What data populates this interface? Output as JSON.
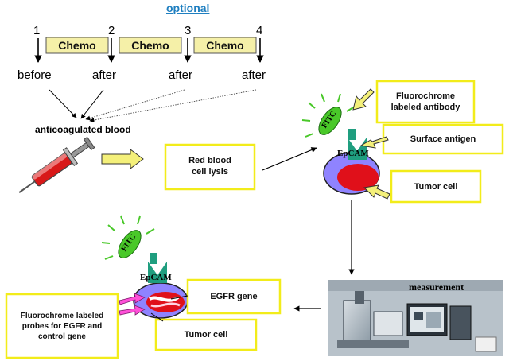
{
  "timeline": {
    "optional_label": "optional",
    "markers": [
      "1",
      "2",
      "3",
      "4"
    ],
    "chemo_label": "Chemo",
    "timepoints": [
      "before",
      "after",
      "after",
      "after"
    ]
  },
  "blood_label": "anticoagulated blood",
  "lysis_box": "Red blood cell lysis",
  "right_cell": {
    "antibody_box": "Fluorochrome labeled antibody",
    "antigen_box": "Surface antigen",
    "tumor_box": "Tumor cell",
    "fitc": "FITC",
    "epcam": "EpCAM"
  },
  "measurement_label": "measurement",
  "left_cell": {
    "egfr_box": "EGFR gene",
    "probes_box": "Fluorochrome labeled probes for EGFR and control gene",
    "tumor_box": "Tumor cell",
    "fitc": "FITC",
    "epcam": "EpCAM"
  },
  "colors": {
    "chemo_fill": "#f5f0a8",
    "box_border": "#f2ec1a",
    "arrow_yellow": "#f4f07a",
    "fitc_green": "#49c829",
    "antibody_teal": "#1f9e7f",
    "cell_purple": "#8f83ff",
    "nucleus_red": "#e0101a",
    "optional_blue": "#1f7fc0"
  }
}
